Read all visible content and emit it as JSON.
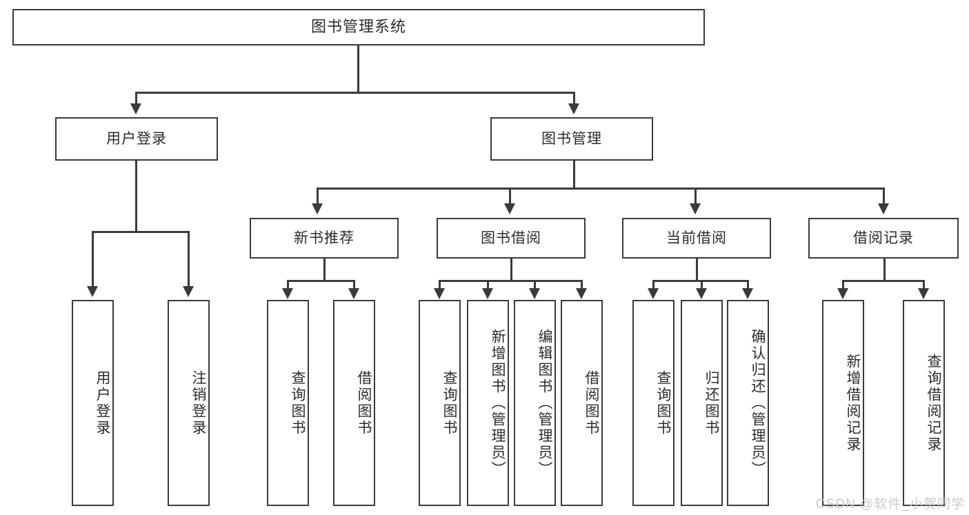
{
  "diagram": {
    "title": "图书管理系统",
    "type": "function-structure-tree",
    "watermark": "CSDN @软件_小贺同学",
    "colors": {
      "stroke": "#3a3a3a",
      "text": "#2b2b2b",
      "background": "#ffffff",
      "watermark": "#c9c9c9"
    },
    "levels": {
      "root": "图书管理系统",
      "level2": [
        "用户登录",
        "图书管理"
      ],
      "level3": [
        "新书推荐",
        "图书借阅",
        "当前借阅",
        "借阅记录"
      ]
    },
    "nodes": {
      "root": {
        "label": "图书管理系统"
      },
      "user_login": {
        "label": "用户登录"
      },
      "book_manage": {
        "label": "图书管理"
      },
      "new_book_rec": {
        "label": "新书推荐"
      },
      "book_borrow": {
        "label": "图书借阅"
      },
      "current_borrow": {
        "label": "当前借阅"
      },
      "borrow_record": {
        "label": "借阅记录"
      },
      "leaf_user_login": {
        "label": "用户登录"
      },
      "leaf_logout": {
        "label": "注销登录"
      },
      "leaf_query_book_a": {
        "label": "查询图书"
      },
      "leaf_borrow_book_a": {
        "label": "借阅图书"
      },
      "leaf_query_book_b": {
        "label": "查询图书"
      },
      "leaf_add_book": {
        "label": "新增图书（管理员）"
      },
      "leaf_edit_book": {
        "label": "编辑图书（管理员）"
      },
      "leaf_borrow_book_b": {
        "label": "借阅图书"
      },
      "leaf_query_book_c": {
        "label": "查询图书"
      },
      "leaf_return_book": {
        "label": "归还图书"
      },
      "leaf_confirm_return": {
        "label": "确认归还（管理员）"
      },
      "leaf_add_record": {
        "label": "新增借阅记录"
      },
      "leaf_query_record": {
        "label": "查询借阅记录"
      }
    },
    "edges": [
      {
        "from": "root",
        "to": "用户登录"
      },
      {
        "from": "root",
        "to": "图书管理"
      },
      {
        "from": "用户登录",
        "to": "用户登录"
      },
      {
        "from": "用户登录",
        "to": "注销登录"
      },
      {
        "from": "图书管理",
        "to": "新书推荐"
      },
      {
        "from": "图书管理",
        "to": "图书借阅"
      },
      {
        "from": "图书管理",
        "to": "当前借阅"
      },
      {
        "from": "图书管理",
        "to": "借阅记录"
      },
      {
        "from": "新书推荐",
        "to": "查询图书"
      },
      {
        "from": "新书推荐",
        "to": "借阅图书"
      },
      {
        "from": "图书借阅",
        "to": "查询图书"
      },
      {
        "from": "图书借阅",
        "to": "新增图书（管理员）"
      },
      {
        "from": "图书借阅",
        "to": "编辑图书（管理员）"
      },
      {
        "from": "图书借阅",
        "to": "借阅图书"
      },
      {
        "from": "当前借阅",
        "to": "查询图书"
      },
      {
        "from": "当前借阅",
        "to": "归还图书"
      },
      {
        "from": "当前借阅",
        "to": "确认归还（管理员）"
      },
      {
        "from": "借阅记录",
        "to": "新增借阅记录"
      },
      {
        "from": "借阅记录",
        "to": "查询借阅记录"
      }
    ]
  }
}
